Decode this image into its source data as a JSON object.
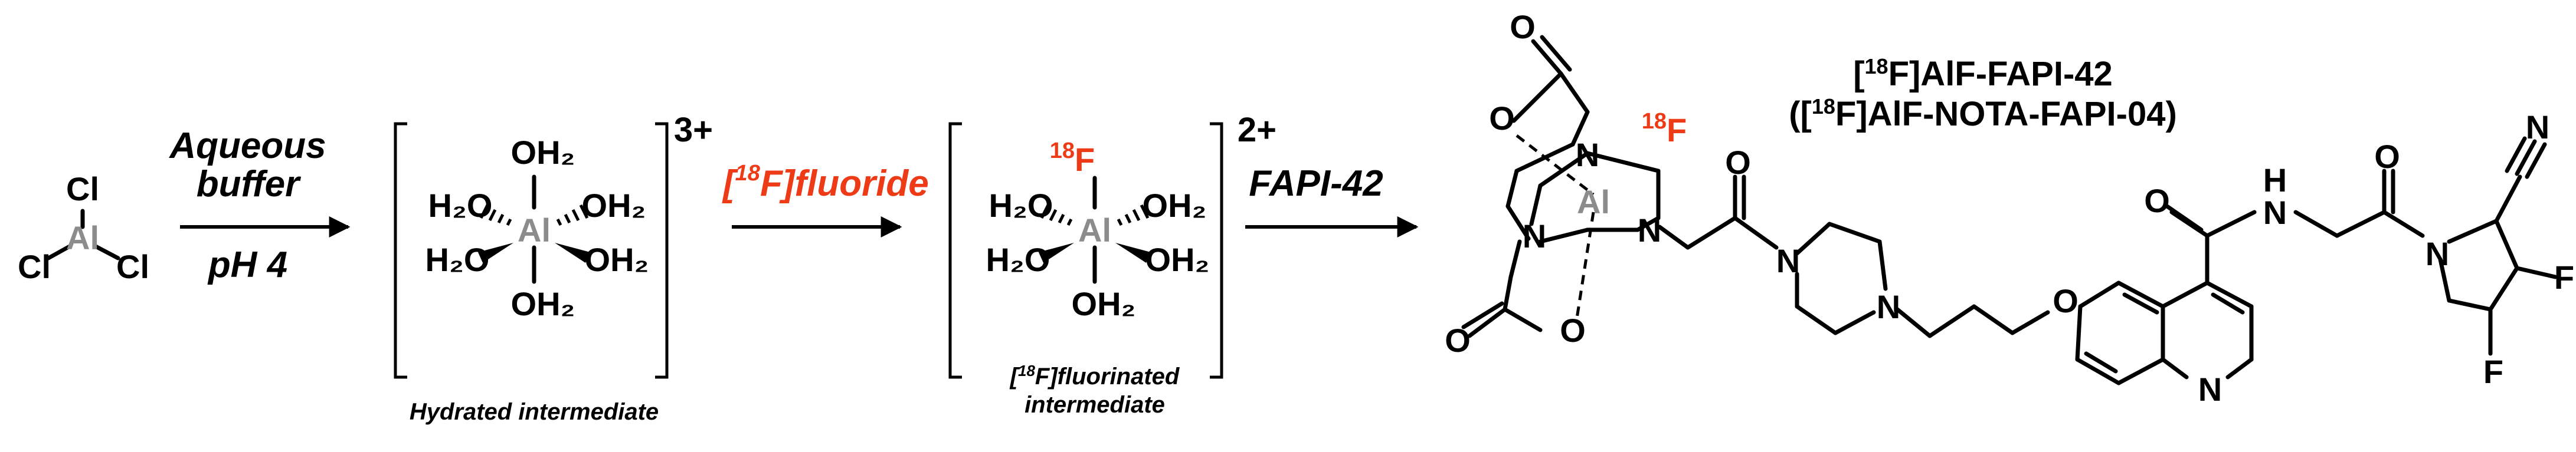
{
  "reagents": {
    "step1_top": "Aqueous",
    "step1_mid": "buffer",
    "step1_bottom": "pH 4",
    "step2_iso": "18",
    "step2_label": "F]fluoride",
    "step3_label": "FAPI-42"
  },
  "compound1": {
    "center": "Al",
    "ligand": "Cl"
  },
  "compound2": {
    "center": "Al",
    "ligand_left": "H₂O",
    "ligand_right": "OH₂",
    "charge": "3+",
    "caption": "Hydrated intermediate"
  },
  "compound3": {
    "center": "Al",
    "iso": "18",
    "fluorine": "F",
    "ligand_left": "H₂O",
    "ligand_right": "OH₂",
    "charge": "2+",
    "caption_line1_iso": "18",
    "caption_line1": "F]fluorinated",
    "caption_line2": "intermediate"
  },
  "product": {
    "title_iso": "18",
    "title_line1": "F]AlF-FAPI-42",
    "title_line2_open": "([",
    "title_line2": "F]AlF-NOTA-FAPI-04)",
    "center": "Al",
    "iso": "18",
    "fluorine": "F",
    "atoms": {
      "N": "N",
      "O": "O",
      "H": "H",
      "F": "F"
    }
  },
  "colors": {
    "accent_red": "#ee3b17",
    "aluminum_gray": "#8c8c8c",
    "ink": "#000000"
  }
}
